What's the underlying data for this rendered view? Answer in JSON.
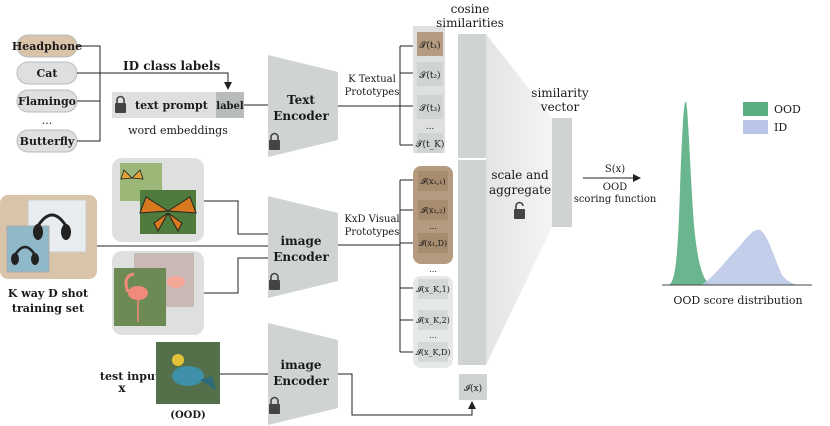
{
  "classes": [
    "Headphone",
    "Cat",
    "Flamingo",
    "...",
    "Butterfly"
  ],
  "id_class_labels": "ID class labels",
  "prompt": {
    "text": "text prompt",
    "label": "label",
    "caption": "word embeddings"
  },
  "text_encoder": [
    "Text",
    "Encoder"
  ],
  "image_encoder": [
    "image",
    "Encoder"
  ],
  "k_textual": [
    "K Textual",
    "Prototypes"
  ],
  "kxd_visual": [
    "KxD Visual",
    "Prototypes"
  ],
  "text_protos": [
    "𝓣(t₁)",
    "𝓣(t₂)",
    "𝓣(t₃)",
    "...",
    "𝓣(t_K)"
  ],
  "visual_protos": [
    "𝓘(x₁,₁)",
    "𝓘(x₁,₂)",
    "...",
    "𝓘(x₁,D)",
    "...",
    "𝓘(x_K,1)",
    "𝓘(x_K,2)",
    "...",
    "𝓘(x_K,D)"
  ],
  "test_feature": "𝓘(x)",
  "cosine": [
    "cosine",
    "similarities"
  ],
  "scale": [
    "scale and",
    "aggregate"
  ],
  "similarity_vector": [
    "similarity",
    "vector"
  ],
  "scoring": {
    "sx": "S(x)",
    "l1": "OOD",
    "l2": "scoring function"
  },
  "training": [
    "K way D shot",
    "training set"
  ],
  "test": {
    "l1": "test input",
    "x": "x",
    "ood": "(OOD)"
  },
  "distribution": {
    "caption": "OOD score distribution",
    "legend": [
      {
        "name": "OOD",
        "color": "#5aae82"
      },
      {
        "name": "ID",
        "color": "#b9c5e6"
      }
    ]
  },
  "colors": {
    "encoder": "#cfd4d3",
    "accent": "#b49a7e",
    "panel": "#dde0df"
  }
}
